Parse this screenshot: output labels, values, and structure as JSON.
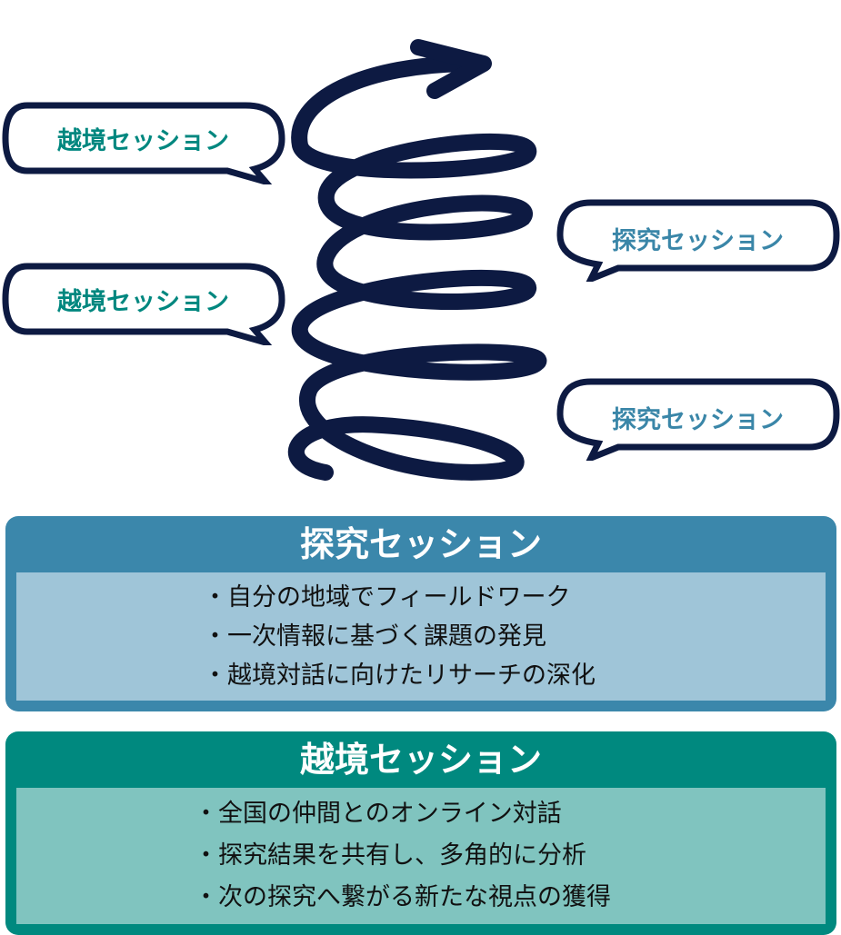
{
  "bubbles": [
    {
      "label": "越境セッション",
      "color": "#00877f"
    },
    {
      "label": "越境セッション",
      "color": "#00877f"
    },
    {
      "label": "探究セッション",
      "color": "#3a86a8"
    },
    {
      "label": "探究セッション",
      "color": "#3a86a8"
    }
  ],
  "tankyu": {
    "title": "探究セッション",
    "header_color": "#3b87ab",
    "body_color": "#9fc5d8",
    "items": [
      "・自分の地域でフィールドワーク",
      "・一次情報に基づく課題の発見",
      "・越境対話に向けたリサーチの深化"
    ]
  },
  "ekkyo": {
    "title": "越境セッション",
    "header_color": "#00897f",
    "body_color": "#80c4bf",
    "items": [
      "・全国の仲間とのオンライン対話",
      "・探究結果を共有し、多角的に分析",
      "・次の探究へ繋がる新たな視点の獲得"
    ]
  },
  "spiral_color": "#0d1a42"
}
